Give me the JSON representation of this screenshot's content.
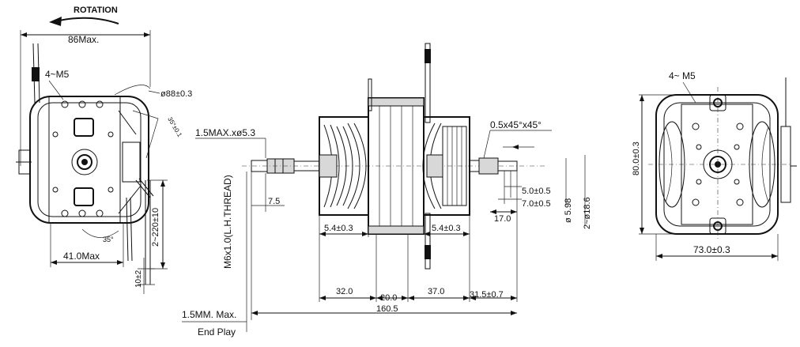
{
  "labels": {
    "rotation": "ROTATION",
    "width_max": "86Max.",
    "mount_holes_left": "4~M5",
    "circle_dia": "ø88±0.3",
    "angle_note": "35°±0.1",
    "depth_max": "41.0Max",
    "lead_length": "2~220±10",
    "lead_strip": "10±2",
    "angle_35": "35°",
    "shaft_chamfer": "1.5MAX.xø5.3",
    "thread": "M6x1.0(L.H.THREAD)",
    "dim_7_5": "7.5",
    "dim_5_4_left": "5.4±0.3",
    "dim_5_4_right": "5.4±0.3",
    "dim_32": "32.0",
    "dim_20": "20.0",
    "dim_37": "37.0",
    "dim_31_5": "31.5±0.7",
    "dim_160_5": "160.5",
    "end_play_value": "1.5MM. Max.",
    "end_play": "End Play",
    "shaft_chamfer_right": "0.5x45°x45°",
    "dim_5_0": "5.0±0.5",
    "dim_7_0": "7.0±0.5",
    "dim_17": "17.0",
    "dia_5_98": "ø 5.98",
    "dia_18_6": "2~ø18.6",
    "mount_holes_right": "4~ M5",
    "height_80": "80.0±0.3",
    "width_73": "73.0±0.3"
  }
}
